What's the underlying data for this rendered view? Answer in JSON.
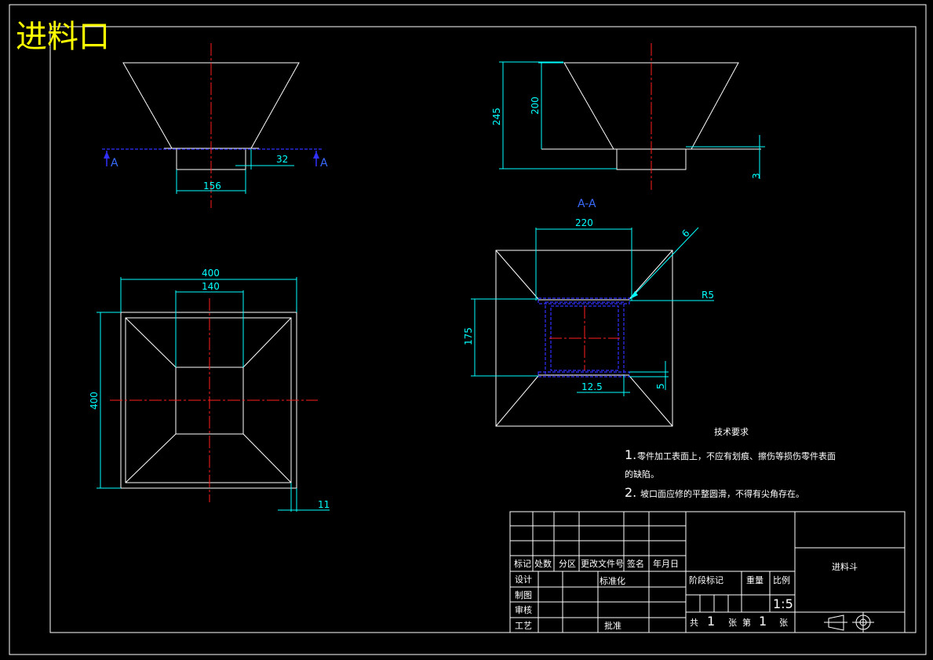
{
  "drawing_title": "进料口",
  "colors": {
    "background": "#000000",
    "outline": "#ffffff",
    "dimension": "#00ffff",
    "centerline": "#ff2020",
    "section": "#3030ff",
    "title": "#ffff00"
  },
  "front_view": {
    "dim_bottom_width": "156",
    "dim_wall": "32",
    "section_mark": "A"
  },
  "side_view": {
    "dim_total_height": "245",
    "dim_cone_height": "200",
    "dim_offset": "3"
  },
  "top_view": {
    "dim_outer_width": "400",
    "dim_inner_width": "140",
    "dim_height": "400",
    "dim_edge": "11"
  },
  "section_view": {
    "label": "A-A",
    "dim_width": "220",
    "dim_height": "175",
    "dim_flange": "12.5",
    "dim_thick": "5",
    "dim_radius": "R5",
    "dim_weld": "6"
  },
  "tech_notes": {
    "heading": "技术要求",
    "note1_num": "1.",
    "note1_text": "零件加工表面上，不应有划痕、擦伤等损伤零件表面",
    "note1_cont": "的缺陷。",
    "note2_num": "2.",
    "note2_text": "坡口面应修的平整圆滑，不得有尖角存在。"
  },
  "title_block": {
    "hdr_mark": "标记",
    "hdr_count": "处数",
    "hdr_zone": "分区",
    "hdr_docno": "更改文件号",
    "hdr_sign": "签名",
    "hdr_date": "年月日",
    "design": "设计",
    "standard": "标准化",
    "drawing": "制图",
    "review": "审核",
    "process": "工艺",
    "approve": "批准",
    "stage": "阶段标记",
    "weight": "重量",
    "scale_label": "比例",
    "scale": "1:5",
    "total": "共",
    "total_n": "1",
    "sheet_unit": "张",
    "sheet": "第",
    "sheet_n": "1",
    "sheet_unit2": "张",
    "part_name": "进料斗"
  }
}
